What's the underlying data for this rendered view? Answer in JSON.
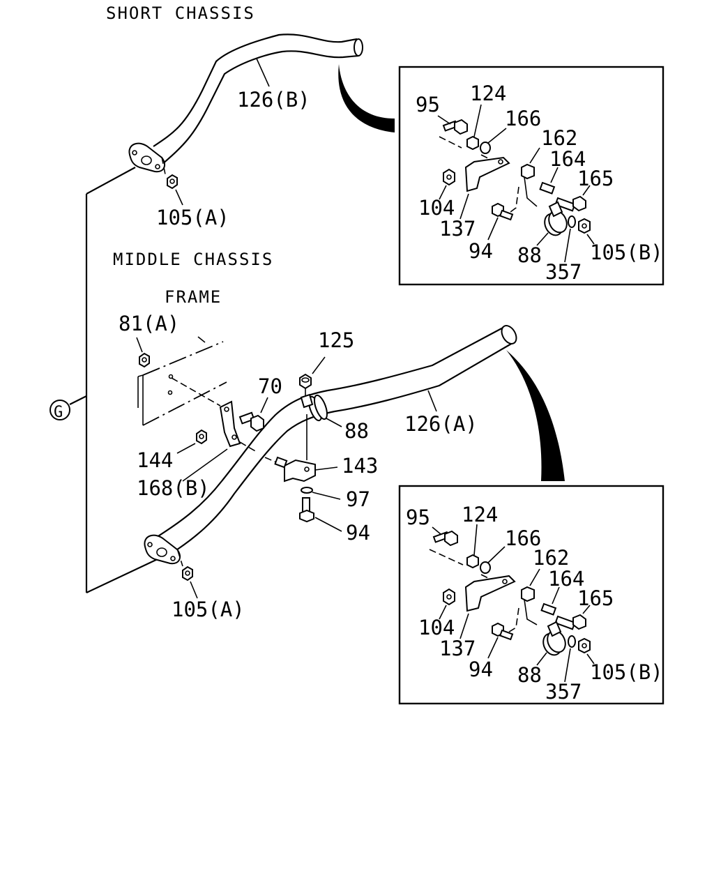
{
  "sections": {
    "short_chassis": "SHORT CHASSIS",
    "middle_chassis": "MIDDLE CHASSIS",
    "frame": "FRAME"
  },
  "reference_marker": "G",
  "short": {
    "pipe": "126(B)",
    "nut": "105(A)"
  },
  "middle": {
    "pipe": "126(A)",
    "nut_flange": "105(A)",
    "nut_frame": "81(A)",
    "bolt_70": "70",
    "nut_144": "144",
    "bracket_168": "168(B)",
    "nut_125": "125",
    "clamp_88": "88",
    "bracket_143": "143",
    "washer_97": "97",
    "bolt_94": "94"
  },
  "detail_top": {
    "p95": "95",
    "p124": "124",
    "p166": "166",
    "p162": "162",
    "p164": "164",
    "p165": "165",
    "p104": "104",
    "p137": "137",
    "p94": "94",
    "p88": "88",
    "p357": "357",
    "p105b": "105(B)"
  },
  "detail_bottom": {
    "p95": "95",
    "p124": "124",
    "p166": "166",
    "p162": "162",
    "p164": "164",
    "p165": "165",
    "p104": "104",
    "p137": "137",
    "p94": "94",
    "p88": "88",
    "p357": "357",
    "p105b": "105(B)"
  }
}
